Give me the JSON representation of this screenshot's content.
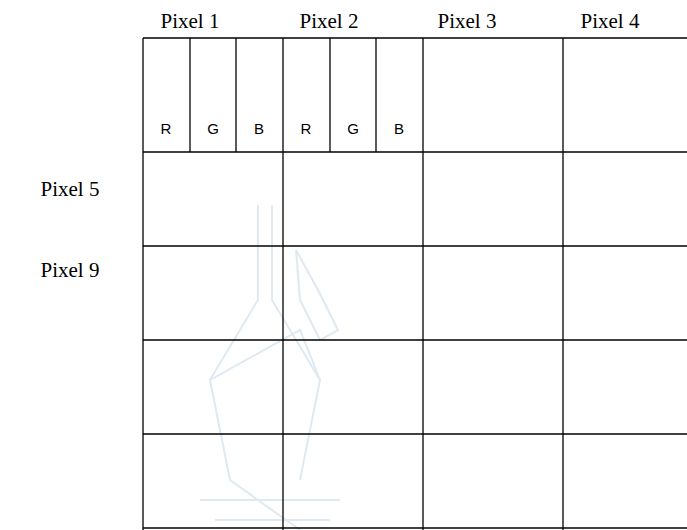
{
  "diagram": {
    "labels": [
      "Pixel 1",
      "Pixel 2",
      "Pixel 3",
      "Pixel 4",
      "Pixel 5",
      "Pixel 9",
      "R",
      "G",
      "B",
      "R",
      "G",
      "B"
    ]
  }
}
